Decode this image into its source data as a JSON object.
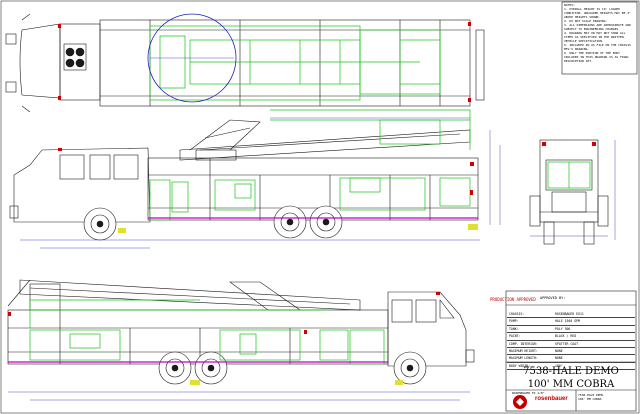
{
  "drawing": {
    "title_line1": "7538-HALE DEMO",
    "title_line2": "100' MM COBRA",
    "production_stamp": "PRODUCTION APPROVED",
    "approved_by_label": "APPROVED BY:",
    "brand": "rosenbauer",
    "fx_label": "ROSENBAUER FX 1/8\""
  },
  "notes": {
    "items": [
      "NOTES:",
      "1. OVERALL HEIGHT IS 10' LOADED CONDITION. UNLOADED HEIGHTS MAY BE 4\" ABOVE HEIGHTS SHOWN.",
      "2. DO NOT SCALE DRAWING.",
      "3. ALL DIMENSIONS ARE APPROXIMATE AND SUBJECT TO ENGINEERING CHANGES.",
      "4. DRAWING MAY OR MAY NOT SHOW ALL ITEMS AS SPECIFIED IN THE WRITTEN VEHICLE SPECIFICATION.",
      "5. INCLUDED IN AS FILE ON THE CHASSIS MFG'S DRAWING.",
      "6. ONLY THE PORTION OF THE BODY INCLUDED IN THIS DRAWING IS AS FINAL DESCRIPTION SET."
    ]
  },
  "spec_table": {
    "rows": [
      {
        "k": "CHASSIS:",
        "v": "ROSENBAUER EG11"
      },
      {
        "k": "PUMP:",
        "v": "HALE 1500 GPM"
      },
      {
        "k": "TANK:",
        "v": "POLY 300"
      },
      {
        "k": "PAINT:",
        "v": "BLACK / RED"
      },
      {
        "k": "COMP. INTERIOR:",
        "v": "SPATTER COAT"
      },
      {
        "k": "MAXIMUM HEIGHT:",
        "v": "NONE"
      },
      {
        "k": "MAXIMUM LENGTH:",
        "v": "NONE"
      },
      {
        "k": "BODY WIDTH:",
        "v": "100\""
      }
    ]
  },
  "drawing_number": {
    "lines": [
      "7538-HALE DEMO",
      "100' MM COBRA"
    ]
  },
  "colors": {
    "line": "#1a1a1a",
    "green": "#19c219",
    "blue": "#2020c8",
    "magenta": "#c000c0",
    "red": "#d00000",
    "yellow": "#e0e030"
  }
}
